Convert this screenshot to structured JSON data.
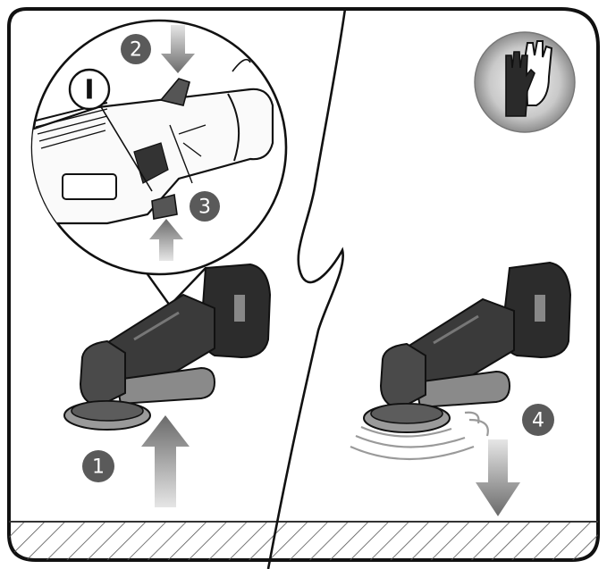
{
  "illustration": {
    "steps": [
      {
        "label": "1"
      },
      {
        "label": "2"
      },
      {
        "label": "3"
      },
      {
        "label": "4"
      }
    ],
    "switch_symbol": "I",
    "glove_icon": "protective-gloves-icon",
    "colors": {
      "outline": "#111111",
      "badge": "#5a5a5a",
      "arrow_dark": "#6a6a6a",
      "arrow_light": "#d4d4d4",
      "tool_body": "#3a3a3a",
      "tool_grip": "#8a8a8a",
      "floor_hatch": "#555555"
    }
  }
}
